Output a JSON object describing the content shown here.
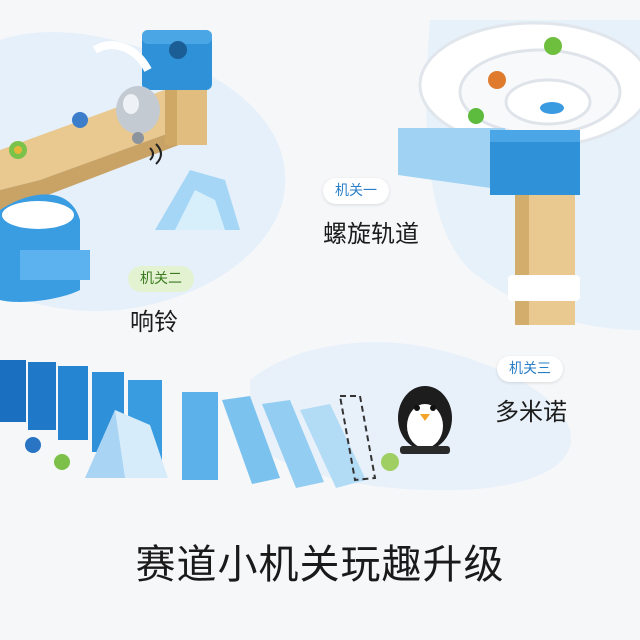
{
  "features": [
    {
      "tag": "机关一",
      "name": "螺旋轨道"
    },
    {
      "tag": "机关二",
      "name": "响铃"
    },
    {
      "tag": "机关三",
      "name": "多米诺"
    }
  ],
  "headline": "赛道小机关玩趣升级",
  "colors": {
    "background": "#f6f7f9",
    "accent_blue": "#2a7fc7",
    "tag_green": "#3b7a20",
    "track_blue": "#2f92d8",
    "wood": "#e9c98f"
  }
}
